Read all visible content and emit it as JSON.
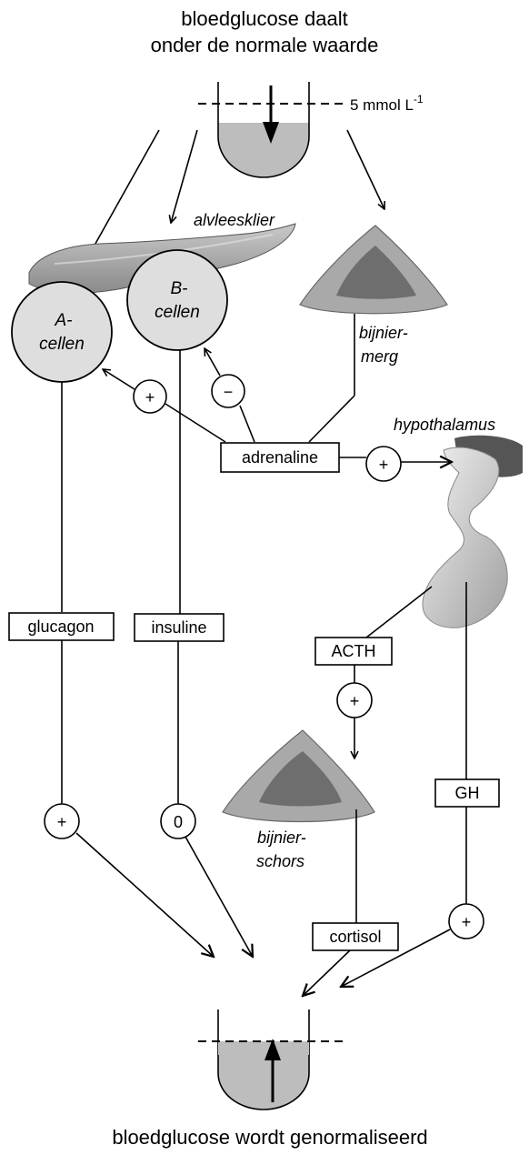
{
  "title_top": [
    "bloedglucose daalt",
    "onder de normale waarde"
  ],
  "title_bottom": "bloedglucose wordt genormaliseerd",
  "threshold_label": "5 mmol L",
  "threshold_exponent": "-1",
  "organs": {
    "pancreas": "alvleesklier",
    "medulla": [
      "bijnier-",
      "merg"
    ],
    "hypothalamus": "hypothalamus",
    "cortex": [
      "bijnier-",
      "schors"
    ]
  },
  "cells": {
    "a": [
      "A-",
      "cellen"
    ],
    "b": [
      "B-",
      "cellen"
    ]
  },
  "hormones": {
    "adrenaline": "adrenaline",
    "glucagon": "glucagon",
    "insuline": "insuline",
    "acth": "ACTH",
    "gh": "GH",
    "cortisol": "cortisol"
  },
  "effects": {
    "adrenaline_to_a": "+",
    "adrenaline_to_b": "−",
    "adrenaline_to_hypothalamus": "+",
    "acth_to_cortex": "+",
    "glucagon_result": "+",
    "insuline_result": "0",
    "gh_result": "+"
  },
  "colors": {
    "cell_fill": "#dedede",
    "beaker_fill": "#bdbdbd",
    "organ_fill": "#a9a9a9",
    "organ_dark": "#6e6e6e"
  }
}
